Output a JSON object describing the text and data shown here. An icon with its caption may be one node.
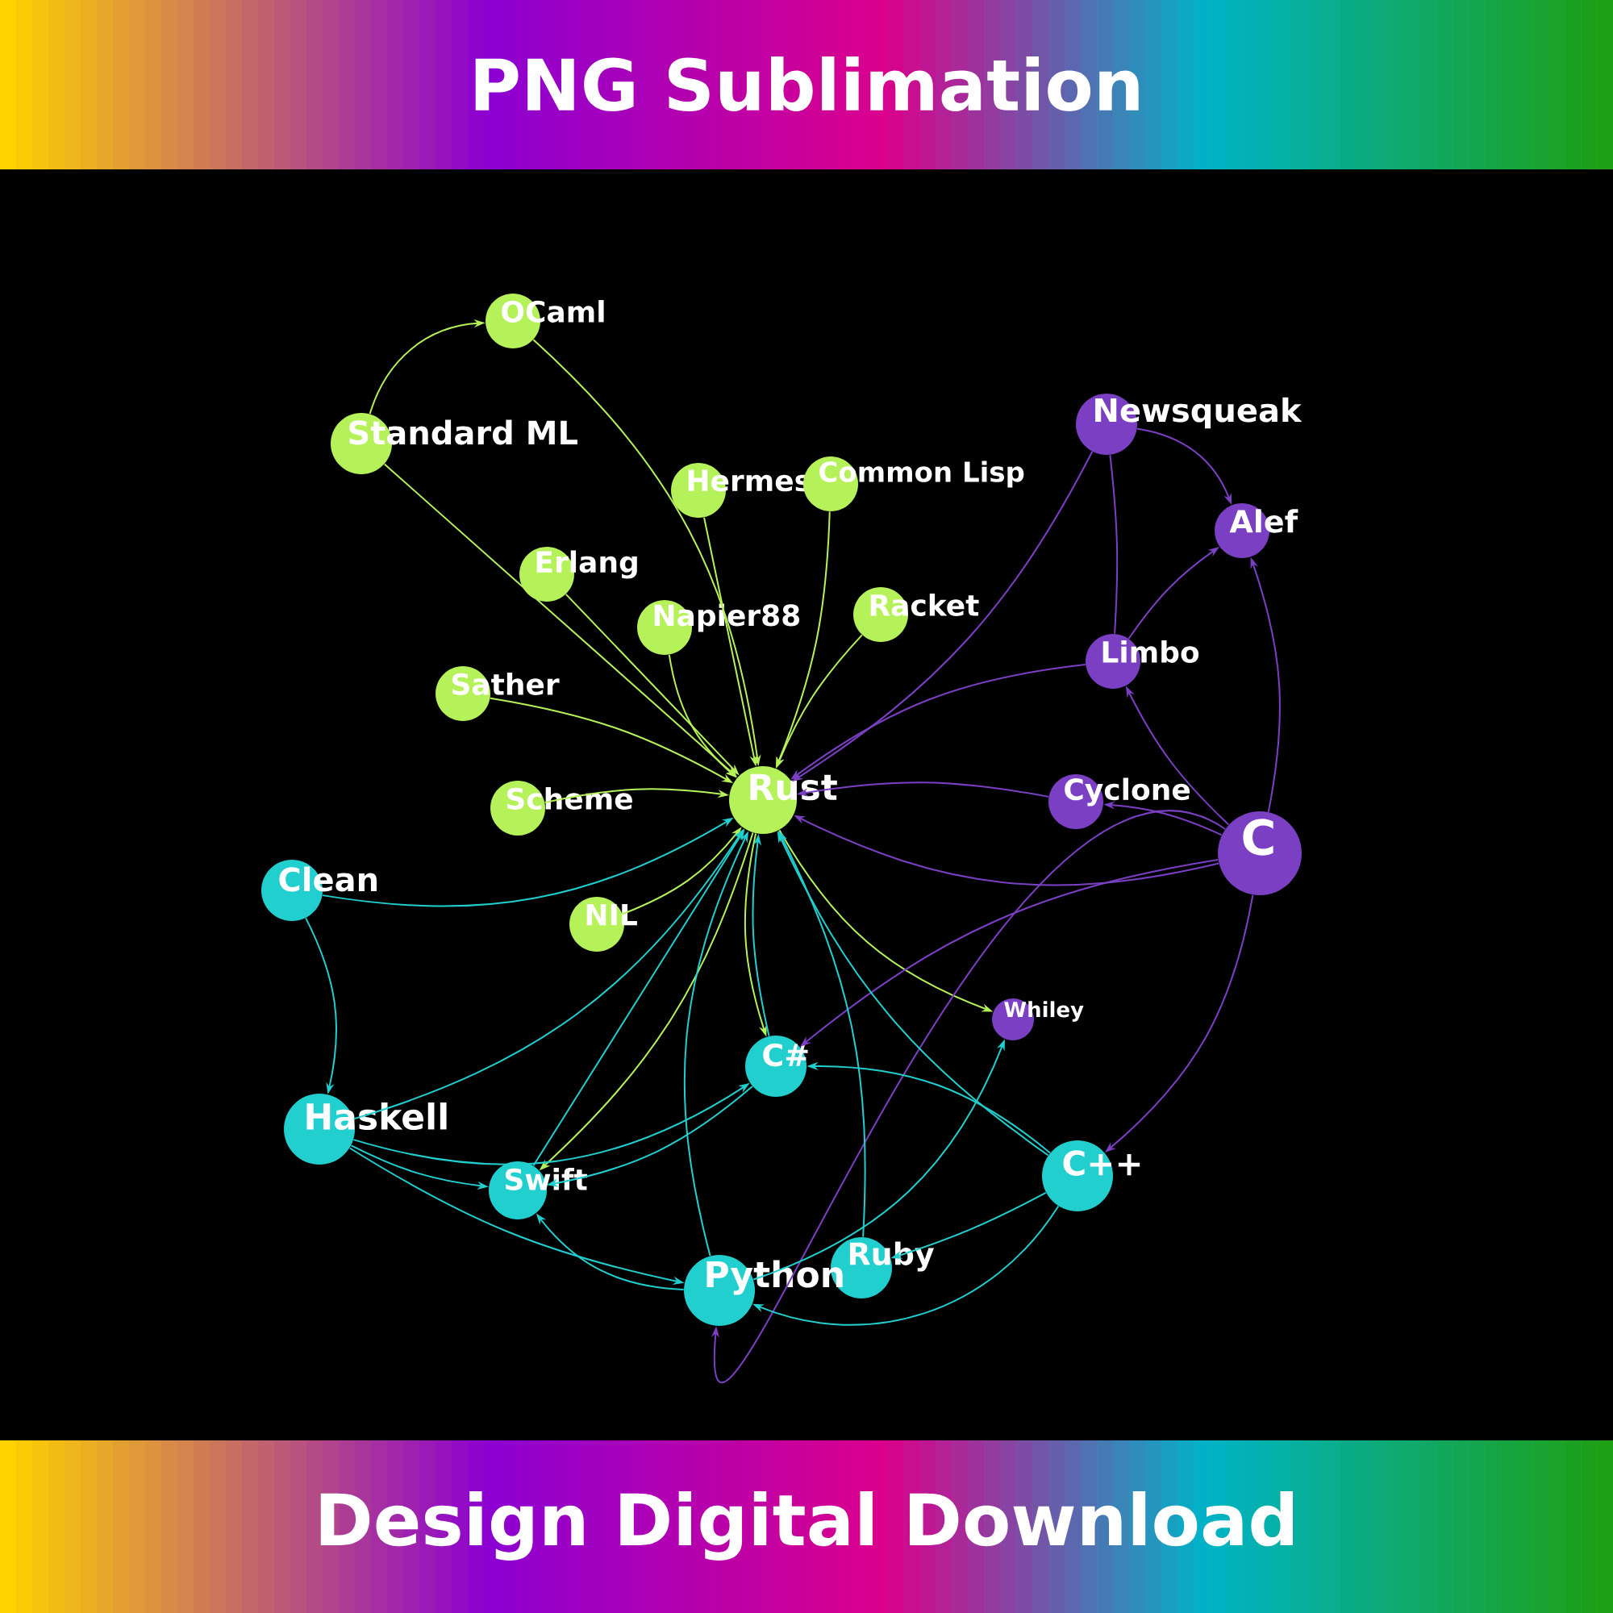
{
  "diagram": {
    "title": "PNG Sublimation",
    "caption": "Design Digital Download",
    "nodes": [
      {
        "text": [
          "OCaml"
        ]
      },
      {
        "text": [
          "Standard ML"
        ]
      },
      {
        "text": [
          "Hermes"
        ]
      },
      {
        "text": [
          "Common Lisp"
        ]
      },
      {
        "text": [
          "Erlang"
        ]
      },
      {
        "text": [
          "Napier88"
        ]
      },
      {
        "text": [
          "Racket"
        ]
      },
      {
        "text": [
          "Sather"
        ]
      },
      {
        "text": [
          "Rust"
        ]
      },
      {
        "text": [
          "Scheme"
        ]
      },
      {
        "text": [
          "NIL"
        ]
      },
      {
        "text": [
          "Newsqueak"
        ]
      },
      {
        "text": [
          "Alef"
        ]
      },
      {
        "text": [
          "Limbo"
        ]
      },
      {
        "text": [
          "Cyclone"
        ]
      },
      {
        "text": [
          "C"
        ]
      },
      {
        "text": [
          "Whiley"
        ]
      },
      {
        "text": [
          "Clean"
        ]
      },
      {
        "text": [
          "Haskell"
        ]
      },
      {
        "text": [
          "C#"
        ]
      },
      {
        "text": [
          "Swift"
        ]
      },
      {
        "text": [
          "C++"
        ]
      },
      {
        "text": [
          "Ruby"
        ]
      },
      {
        "text": [
          "Python"
        ]
      }
    ],
    "edges": [
      {
        "from": 1,
        "to": 0,
        "arrow": "to",
        "color": "#b5f25a"
      },
      {
        "from": 0,
        "to": 8,
        "arrow": "to",
        "color": "#b5f25a"
      },
      {
        "from": 1,
        "to": 8,
        "arrow": "to",
        "color": "#b5f25a"
      },
      {
        "from": 2,
        "to": 8,
        "arrow": "to",
        "color": "#b5f25a"
      },
      {
        "from": 3,
        "to": 8,
        "arrow": "to",
        "color": "#b5f25a"
      },
      {
        "from": 4,
        "to": 8,
        "arrow": "to",
        "color": "#b5f25a"
      },
      {
        "from": 5,
        "to": 8,
        "arrow": "to",
        "color": "#b5f25a"
      },
      {
        "from": 6,
        "to": 8,
        "arrow": "to",
        "color": "#b5f25a"
      },
      {
        "from": 7,
        "to": 8,
        "arrow": "to",
        "color": "#b5f25a"
      },
      {
        "from": 9,
        "to": 8,
        "arrow": "to",
        "color": "#b5f25a"
      },
      {
        "from": 10,
        "to": 8,
        "arrow": "to",
        "color": "#b5f25a"
      },
      {
        "from": 8,
        "to": 20,
        "arrow": "to",
        "color": "#b5f25a"
      },
      {
        "from": 8,
        "to": 19,
        "arrow": "to",
        "color": "#b5f25a"
      },
      {
        "from": 8,
        "to": 16,
        "arrow": "to",
        "color": "#b5f25a"
      },
      {
        "from": 11,
        "to": 12,
        "arrow": "to",
        "color": "#7b3fc4"
      },
      {
        "from": 11,
        "to": 8,
        "arrow": "to",
        "color": "#7b3fc4"
      },
      {
        "from": 11,
        "to": 13,
        "arrow": "none",
        "color": "#7b3fc4"
      },
      {
        "from": 13,
        "to": 12,
        "arrow": "to",
        "color": "#7b3fc4"
      },
      {
        "from": 13,
        "to": 8,
        "arrow": "to",
        "color": "#7b3fc4"
      },
      {
        "from": 15,
        "to": 13,
        "arrow": "to",
        "color": "#7b3fc4"
      },
      {
        "from": 15,
        "to": 12,
        "arrow": "to",
        "color": "#7b3fc4"
      },
      {
        "from": 15,
        "to": 14,
        "arrow": "to",
        "color": "#7b3fc4"
      },
      {
        "from": 14,
        "to": 8,
        "arrow": "to",
        "color": "#7b3fc4"
      },
      {
        "from": 15,
        "to": 8,
        "arrow": "to",
        "color": "#7b3fc4"
      },
      {
        "from": 15,
        "to": 19,
        "arrow": "to",
        "color": "#7b3fc4"
      },
      {
        "from": 15,
        "to": 21,
        "arrow": "to",
        "color": "#7b3fc4"
      },
      {
        "from": 15,
        "to": 23,
        "arrow": "to",
        "color": "#7b3fc4"
      },
      {
        "from": 17,
        "to": 8,
        "arrow": "to",
        "color": "#22cfcf"
      },
      {
        "from": 17,
        "to": 18,
        "arrow": "to",
        "color": "#22cfcf"
      },
      {
        "from": 18,
        "to": 8,
        "arrow": "to",
        "color": "#22cfcf"
      },
      {
        "from": 18,
        "to": 19,
        "arrow": "to",
        "color": "#22cfcf"
      },
      {
        "from": 18,
        "to": 20,
        "arrow": "to",
        "color": "#22cfcf"
      },
      {
        "from": 18,
        "to": 23,
        "arrow": "to",
        "color": "#22cfcf"
      },
      {
        "from": 19,
        "to": 20,
        "arrow": "to",
        "color": "#22cfcf"
      },
      {
        "from": 19,
        "to": 8,
        "arrow": "to",
        "color": "#22cfcf"
      },
      {
        "from": 20,
        "to": 8,
        "arrow": "to",
        "color": "#22cfcf"
      },
      {
        "from": 23,
        "to": 20,
        "arrow": "to",
        "color": "#22cfcf"
      },
      {
        "from": 23,
        "to": 8,
        "arrow": "to",
        "color": "#22cfcf"
      },
      {
        "from": 23,
        "to": 16,
        "arrow": "to",
        "color": "#22cfcf"
      },
      {
        "from": 22,
        "to": 8,
        "arrow": "to",
        "color": "#22cfcf"
      },
      {
        "from": 21,
        "to": 8,
        "arrow": "to",
        "color": "#22cfcf"
      },
      {
        "from": 21,
        "to": 19,
        "arrow": "to",
        "color": "#22cfcf"
      },
      {
        "from": 21,
        "to": 22,
        "arrow": "to",
        "color": "#22cfcf"
      },
      {
        "from": 21,
        "to": 23,
        "arrow": "to",
        "color": "#22cfcf"
      }
    ]
  }
}
